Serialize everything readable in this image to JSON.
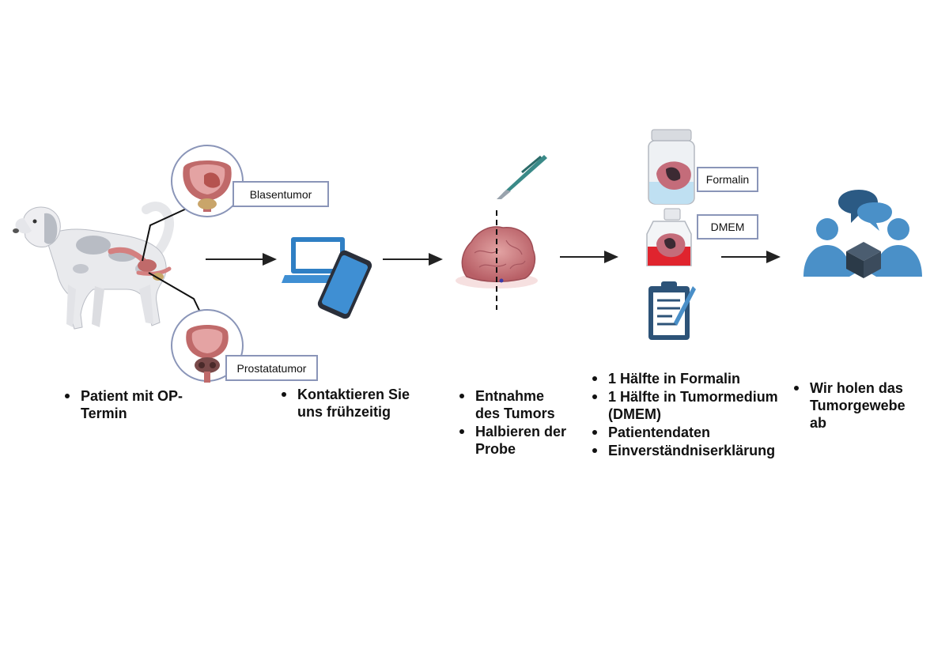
{
  "labels": {
    "bladder_tumor": "Blasentumor",
    "prostate_tumor": "Prostatatumor",
    "formalin": "Formalin",
    "dmem": "DMEM"
  },
  "steps": [
    {
      "bullets": [
        "Patient mit OP-Termin"
      ]
    },
    {
      "bullets": [
        "Kontaktieren Sie uns frühzeitig"
      ]
    },
    {
      "bullets": [
        "Entnahme des Tumors",
        "Halbieren der Probe"
      ]
    },
    {
      "bullets": [
        "1 Hälfte in Formalin",
        "1 Hälfte in Tumormedium (DMEM)",
        "Patientendaten",
        "Einverständniserklärung"
      ]
    },
    {
      "bullets": [
        "Wir holen das Tumorgewebe ab"
      ]
    }
  ],
  "colors": {
    "arrow": "#222222",
    "label_border": "#8a95b8",
    "organ": "#c06a6a",
    "dog_spots": "#b8bcc4",
    "device_blue": "#3f8fd3",
    "people_blue": "#4a90c8",
    "medium_red": "#e0242e"
  },
  "icons": [
    "dog-icon",
    "bladder-icon",
    "prostate-icon",
    "laptop-icon",
    "smartphone-icon",
    "scalpel-icon",
    "tumor-icon",
    "formalin-jar-icon",
    "dmem-bottle-icon",
    "clipboard-icon",
    "people-exchange-icon"
  ]
}
